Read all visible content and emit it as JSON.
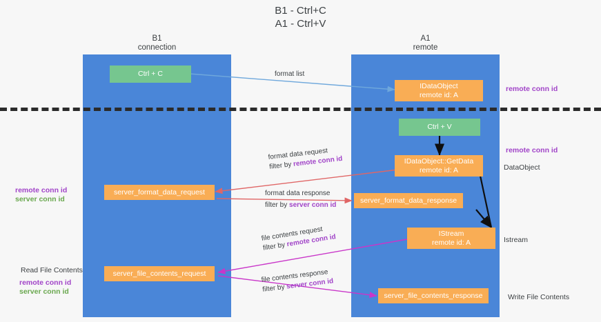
{
  "title": {
    "line1": "B1 - Ctrl+C",
    "line2": "A1 - Ctrl+V"
  },
  "lanes": [
    {
      "id": "b1",
      "name": "B1",
      "role": "connection"
    },
    {
      "id": "a1",
      "name": "A1",
      "role": "remote"
    }
  ],
  "nodes": {
    "ctrl_c": {
      "label": "Ctrl + C"
    },
    "idataobject": {
      "line1": "IDataObject",
      "line2": "remote id: A"
    },
    "ctrl_v": {
      "label": "Ctrl + V"
    },
    "getdata": {
      "line1": "IDataObject::GetData",
      "line2": "remote id: A"
    },
    "server_format_data_request": {
      "label": "server_format_data_request"
    },
    "server_format_data_response": {
      "label": "server_format_data_response"
    },
    "istream": {
      "line1": "IStream",
      "line2": "remote id: A"
    },
    "server_file_contents_request": {
      "label": "server_file_contents_request"
    },
    "server_file_contents_response": {
      "label": "server_file_contents_response"
    }
  },
  "flows": {
    "format_list": {
      "label": "format list"
    },
    "format_data_request": {
      "label": "format data request",
      "filter_prefix": "filter by ",
      "filter_key": "remote conn id"
    },
    "format_data_response": {
      "label": "format data response",
      "filter_prefix": "filter by ",
      "filter_key": "server conn id"
    },
    "file_contents_request": {
      "label": "file contents request",
      "filter_prefix": "filter by ",
      "filter_key": "remote conn id"
    },
    "file_contents_response": {
      "label": "file contents response",
      "filter_prefix": "filter by ",
      "filter_key": "server conn id"
    }
  },
  "annotations": {
    "right_remote_conn_top": "remote conn id",
    "right_remote_conn_mid": "remote conn id",
    "right_dataobject": "DataObject",
    "right_istream": "Istream",
    "right_write_file_contents": "Write File Contents",
    "left_remote_conn_id": "remote conn id",
    "left_server_conn_id": "server conn id",
    "left_read_file_contents": "Read File Contents",
    "left_remote_conn_id_2": "remote conn id",
    "left_server_conn_id_2": "server conn id"
  },
  "colors": {
    "lane": "#4a86d8",
    "node_green": "#76c68f",
    "node_orange": "#f9ad55",
    "purple": "#a144c8",
    "green_text": "#6aa84f",
    "arrow_blue": "#6fa8dc",
    "arrow_red": "#e06666",
    "arrow_magenta": "#c936c9",
    "arrow_black": "#0f0f0f",
    "divider": "#2b2b2b",
    "background": "#f7f7f7"
  }
}
